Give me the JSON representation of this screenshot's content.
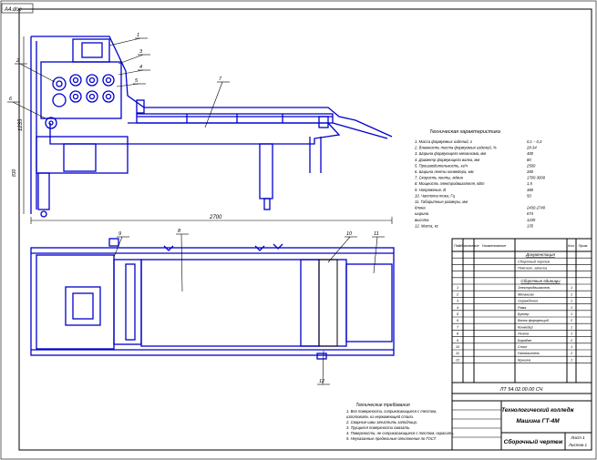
{
  "corner_label": "А4.doc",
  "dims": {
    "height": "1235",
    "length": "2700",
    "left_mark": "830"
  },
  "callouts": [
    "1",
    "2",
    "3",
    "4",
    "5",
    "6",
    "7",
    "8",
    "9",
    "10",
    "11",
    "12"
  ],
  "tech_spec": {
    "title": "Техническая характеристика",
    "rows": [
      {
        "label": "1. Масса формуемых изделий, г",
        "value": "0,1 – 0,3"
      },
      {
        "label": "2. Влажность теста формуемых изделий, %",
        "value": "28-34"
      },
      {
        "label": "3. Ширина формующего механизма, мм",
        "value": "400"
      },
      {
        "label": "4. Диаметр формующего валка, мм",
        "value": "80"
      },
      {
        "label": "5. Производительность, кг/ч",
        "value": "2500"
      },
      {
        "label": "6. Ширина ленты конвейера, мм",
        "value": "350"
      },
      {
        "label": "7. Скорость ленты, м/мин",
        "value": "1700-3000"
      },
      {
        "label": "8. Мощность электродвигателя, кВт",
        "value": "1,5"
      },
      {
        "label": "9. Напряжение, В",
        "value": "380"
      },
      {
        "label": "10. Частота тока, Гц",
        "value": "50"
      },
      {
        "label": "11. Габаритные размеры, мм",
        "value": ""
      },
      {
        "label": "длина",
        "value": "2430-2740"
      },
      {
        "label": "ширина",
        "value": "674"
      },
      {
        "label": "высота",
        "value": "1235"
      },
      {
        "label": "12. Масса, кг",
        "value": "135"
      }
    ]
  },
  "tech_req": {
    "title": "Технические требования",
    "lines": [
      "1. Все поверхности, соприкасающиеся с тестом,",
      "изготовить из нержавеющей стали.",
      "2. Сварные швы зачистить заподлицо.",
      "3. Трущиеся поверхности смазать.",
      "4. Поверхности, не соприкасающиеся с тестом, окрасить.",
      "5. Неуказанные предельные отклонения по ГОСТ."
    ]
  },
  "spec_table": {
    "headers": [
      "Поз.",
      "Обозначение",
      "Наименование",
      "Кол.",
      "Прим."
    ],
    "section_docs": "Документация",
    "doc_rows": [
      "Сборочный чертеж",
      "Пояснит. записка"
    ],
    "section_units": "Сборочные единицы",
    "rows": [
      {
        "pos": "1",
        "name": "Электродвигатель",
        "qty": "1"
      },
      {
        "pos": "2",
        "name": "Механизм",
        "qty": "1"
      },
      {
        "pos": "3",
        "name": "Ограждение",
        "qty": "1"
      },
      {
        "pos": "4",
        "name": "Рама",
        "qty": "1"
      },
      {
        "pos": "5",
        "name": "Бункер",
        "qty": "1"
      },
      {
        "pos": "6",
        "name": "Валок формующий",
        "qty": "2"
      },
      {
        "pos": "7",
        "name": "Конвейер",
        "qty": "1"
      },
      {
        "pos": "8",
        "name": "Лента",
        "qty": "1"
      },
      {
        "pos": "9",
        "name": "Барабан",
        "qty": "2"
      },
      {
        "pos": "10",
        "name": "Стол",
        "qty": "1"
      },
      {
        "pos": "11",
        "name": "Натяжитель",
        "qty": "2"
      },
      {
        "pos": "12",
        "name": "Крышка",
        "qty": "1"
      }
    ]
  },
  "title_block": {
    "doc_code": "ЛТ 54.02.00.00 СЧ",
    "org": "Технологический колледж",
    "machine": "Машина ГТ-4М",
    "doc_type": "Сборочный чертеж",
    "sheet": "Лист 1",
    "sheets": "Листов 1"
  }
}
